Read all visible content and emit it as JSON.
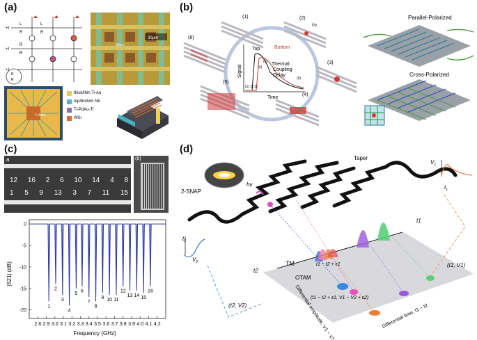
{
  "panels": {
    "a": {
      "label": "(a)",
      "circuit": {
        "row_labels": [
          "+I",
          "+I",
          "+I"
        ],
        "component_labels": [
          "L",
          "R",
          "L",
          "R",
          "R",
          "R"
        ],
        "inset_labels": [
          "R",
          "R"
        ]
      },
      "micrograph_scale": "30μm",
      "micrograph_scale2": "60μm",
      "chip_center_label": "1.0mm",
      "legend": [
        "thick/thin Ti-Au",
        "top/bottom Nb",
        "Ti-PdAu-Ti",
        "WSi"
      ],
      "legend_colors": [
        "#e8c85a",
        "#59b3c9",
        "#8a6ab0",
        "#e06a2a"
      ]
    },
    "b": {
      "label": "(b)",
      "steps": [
        "(1)",
        "(2)",
        "(3)",
        "(4)",
        "(5)",
        "(6)"
      ],
      "hv": "hν",
      "plot": {
        "ylabel": "Signal",
        "xlabel": "Time",
        "top": "Top",
        "bottom": "Bottom",
        "thermal": "Thermal",
        "coupling": "Coupling",
        "delay": "Delay",
        "marks": [
          "(1) (2,3)",
          "(4)",
          "(5)",
          "(6)"
        ]
      },
      "parallel": "Parallel-Polarized",
      "cross": "Cross-Polarized"
    },
    "c": {
      "label": "(c)",
      "inset_a": "a",
      "inset_b": "(b)",
      "top_numbers": [
        "12",
        "16",
        "2",
        "6",
        "10",
        "14",
        "4",
        "8"
      ],
      "bottom_numbers": [
        "1",
        "5",
        "9",
        "13",
        "3",
        "7",
        "11",
        "15"
      ],
      "chart_data": {
        "type": "line",
        "xlabel": "Frequency (GHz)",
        "ylabel": "|S21| (dB)",
        "xlim": [
          2.7,
          4.3
        ],
        "ylim": [
          -22,
          1
        ],
        "xticks": [
          2.8,
          2.9,
          3.0,
          3.1,
          3.2,
          3.3,
          3.4,
          3.5,
          3.6,
          3.7,
          3.8,
          3.9,
          4.0,
          4.1,
          4.2
        ],
        "xtick_labels": [
          "2.8",
          "2.9",
          "3.0",
          "3.1",
          "3.2",
          "3.3",
          "3.4",
          "3.5",
          "3.6",
          "3.7",
          "3.8",
          "3.9",
          "4.0",
          "4.1",
          "4.2"
        ],
        "yticks": [
          0,
          -5,
          -10,
          -15,
          -20
        ],
        "ytick_labels": [
          "0",
          "-5",
          "-10",
          "-15",
          "-20"
        ],
        "resonances": [
          {
            "label": "1",
            "f": 2.93,
            "depth": -18.0
          },
          {
            "label": "2",
            "f": 3.01,
            "depth": -14.0
          },
          {
            "label": "3",
            "f": 3.09,
            "depth": -16.5
          },
          {
            "label": "4",
            "f": 3.17,
            "depth": -19.0
          },
          {
            "label": "5",
            "f": 3.25,
            "depth": -15.0
          },
          {
            "label": "6",
            "f": 3.32,
            "depth": -14.5
          },
          {
            "label": "7",
            "f": 3.4,
            "depth": -17.0
          },
          {
            "label": "8",
            "f": 3.48,
            "depth": -18.0
          },
          {
            "label": "9",
            "f": 3.56,
            "depth": -16.0
          },
          {
            "label": "10",
            "f": 3.64,
            "depth": -16.5
          },
          {
            "label": "11",
            "f": 3.72,
            "depth": -16.5
          },
          {
            "label": "12",
            "f": 3.8,
            "depth": -14.5
          },
          {
            "label": "13",
            "f": 3.88,
            "depth": -15.5
          },
          {
            "label": "14",
            "f": 3.96,
            "depth": -15.5
          },
          {
            "label": "15",
            "f": 4.04,
            "depth": -16.0
          },
          {
            "label": "16",
            "f": 4.12,
            "depth": -14.5
          }
        ]
      }
    },
    "d": {
      "label": "(d)",
      "snap": "2-SNAP",
      "hv": "hν",
      "taper": "Taper",
      "tm": "TM",
      "otam": "OTAM",
      "v1": "V",
      "v1_sub": "1",
      "v2": "V",
      "v2_sub": "2",
      "t1": "t",
      "t1_sub": "1",
      "t2": "t",
      "t2_sub": "2",
      "t1_right": "t1",
      "t2_left": "t2",
      "pair1": "(t1, V1)",
      "pair2": "(t2, V2)",
      "tm_expr": "t1 − t2 + ε1",
      "otam_expr": "(t1 − t2 + ε1, V1 − V2 + ε2)",
      "axis_amp": "Differential amplitude, V1 − V2",
      "axis_time": "Differential time, t1 − t2"
    }
  }
}
